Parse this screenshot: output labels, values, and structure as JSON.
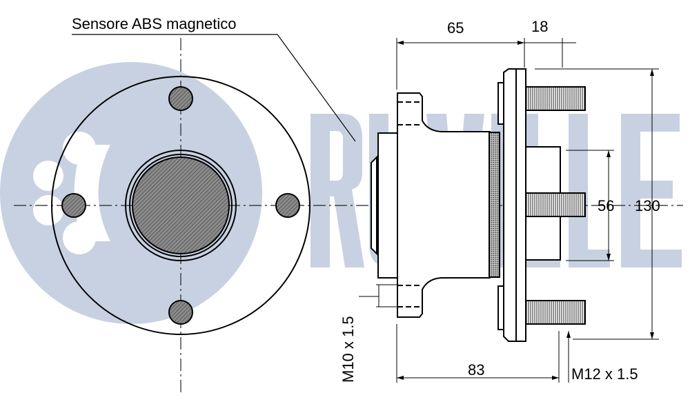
{
  "watermark": {
    "logo_text": "RUVILLE",
    "color": "#c8d1e1"
  },
  "labels": {
    "sensor": "Sensore ABS magnetico",
    "dim_65": "65",
    "dim_18": "18",
    "dim_56": "56",
    "dim_130": "130",
    "dim_83": "83",
    "thread_m10": "M10 x 1.5",
    "thread_m12": "M12 x 1.5"
  }
}
